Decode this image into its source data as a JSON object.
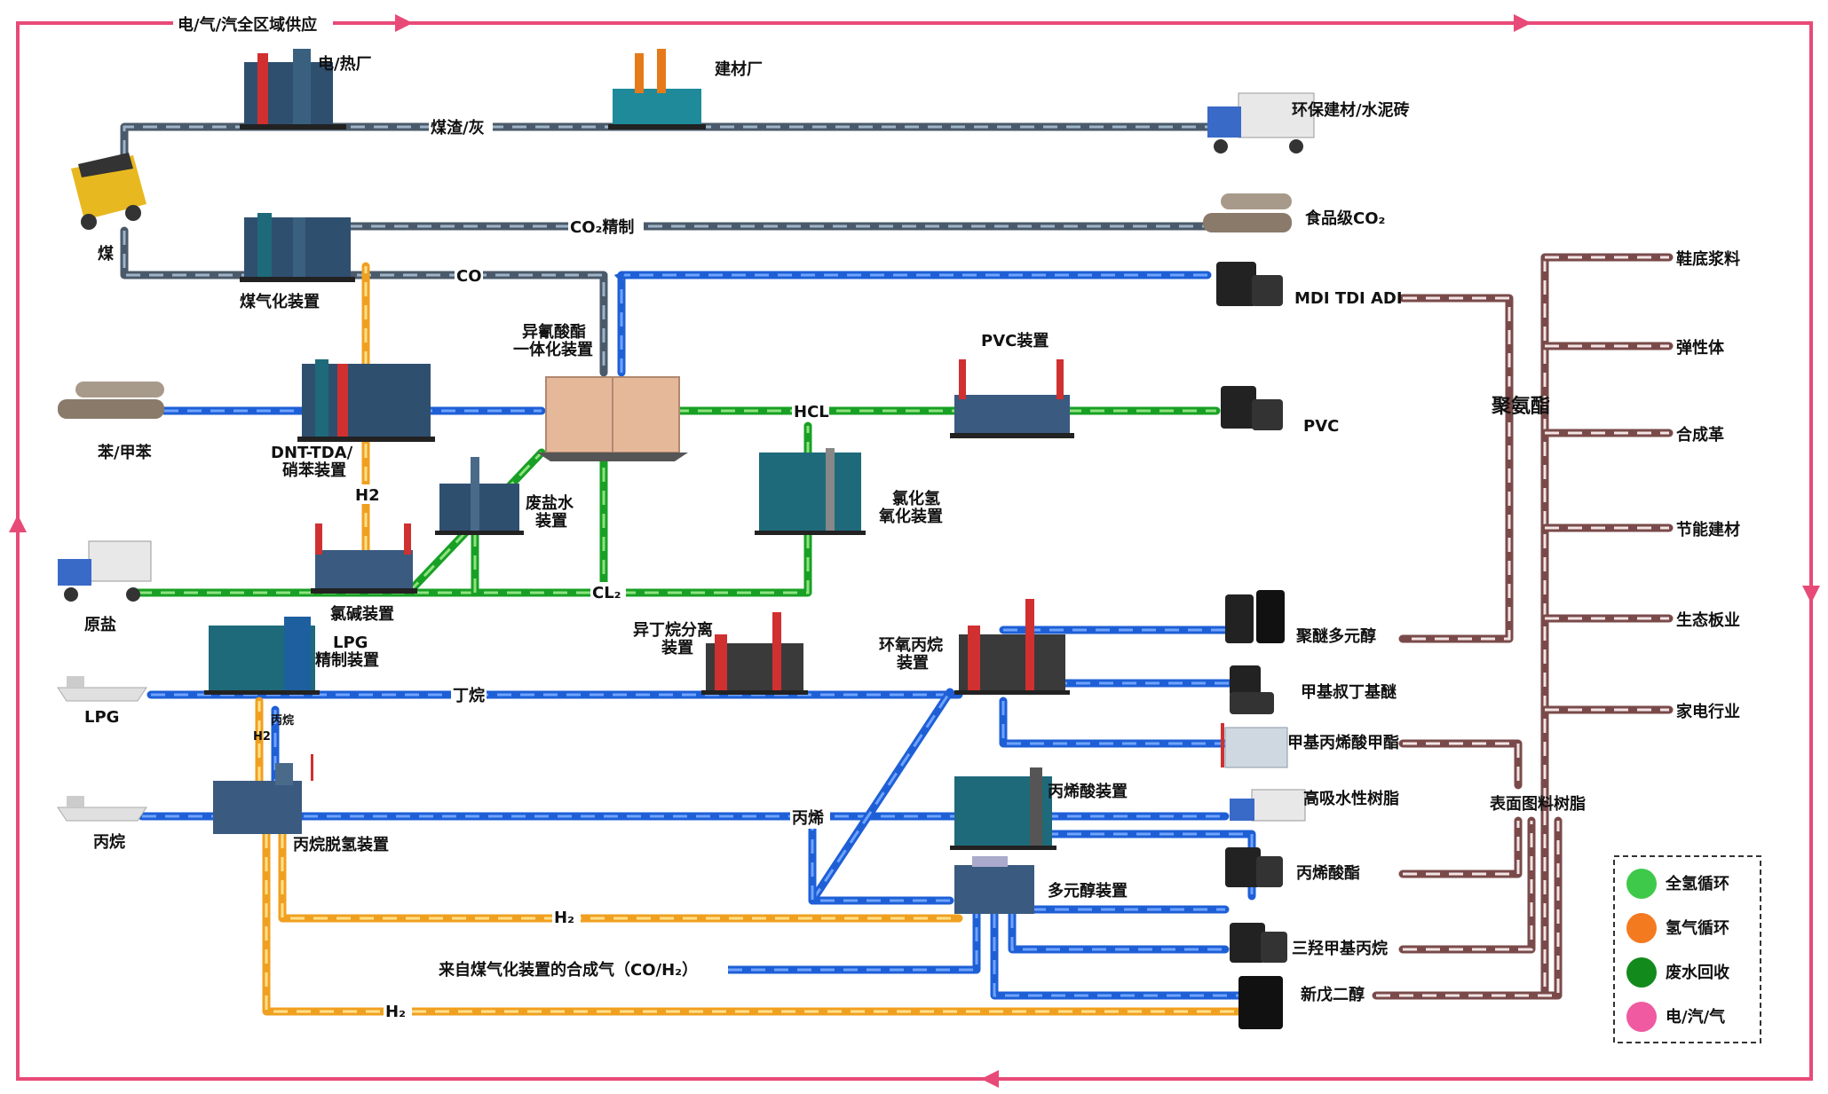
{
  "colors": {
    "blue": "#1e5fd6",
    "blue_dash": "#6fa3ff",
    "gray": "#4a5a6a",
    "gray_dash": "#9fb4c8",
    "green": "#18a025",
    "green_dash": "#8ee27f",
    "orange": "#f0a020",
    "orange_dash": "#ffe08a",
    "brown": "#7a4a4a",
    "brown_dash": "#f3e4e4",
    "pink": "#e84a78",
    "legend_green": "#3ec94a",
    "legend_orange": "#f47a20",
    "legend_darkgreen": "#138a1c",
    "legend_pink": "#ef5aa0"
  },
  "border_label": "电/气/汽全区域供应",
  "sources": {
    "coal": "煤",
    "benzene": "苯/甲苯",
    "salt": "原盐",
    "lpg": "LPG",
    "propane": "丙烷"
  },
  "plants": {
    "power": "电/热厂",
    "building": "建材厂",
    "gasifier": "煤气化装置",
    "dnt_1": "DNT-TDA/",
    "dnt_2": "硝苯装置",
    "isocyanate_1": "异氰酸酯",
    "isocyanate_2": "一体化装置",
    "pvc_plant": "PVC装置",
    "brine_1": "废盐水",
    "brine_2": "装置",
    "hcl_ox_1": "氯化氢",
    "hcl_ox_2": "氧化装置",
    "chlor_alkali": "氯碱装置",
    "lpg_refine_1": "LPG",
    "lpg_refine_2": "精制装置",
    "isobutane_1": "异丁烷分离",
    "isobutane_2": "装置",
    "epoxy_1": "环氧丙烷",
    "epoxy_2": "装置",
    "acrylic": "丙烯酸装置",
    "polyol": "多元醇装置",
    "pdh": "丙烷脱氢装置"
  },
  "flows": {
    "slag": "煤渣/灰",
    "co2": "CO₂精制",
    "co": "CO",
    "hcl": "HCL",
    "h2_up": "H2",
    "cl2": "CL₂",
    "butane": "丁烷",
    "propane_small": "丙烷",
    "h2_small": "H2",
    "propylene": "丙烯",
    "h2_a": "H₂",
    "syngas": "来自煤气化装置的合成气（CO/H₂）",
    "h2_b": "H₂"
  },
  "products": {
    "eco_building": "环保建材/水泥砖",
    "food_co2": "食品级CO₂",
    "mdi": "MDI TDI ADI",
    "pvc": "PVC",
    "polyether": "聚醚多元醇",
    "mtbe": "甲基叔丁基醚",
    "mma": "甲基丙烯酸甲酯",
    "sap": "高吸水性树脂",
    "acrylate": "丙烯酸酯",
    "tmp": "三羟甲基丙烷",
    "npg": "新戊二醇"
  },
  "outputs": {
    "polyurethane": "聚氨酯",
    "coating": "表面图料树脂",
    "shoe": "鞋底浆料",
    "elastomer": "弹性体",
    "leather": "合成革",
    "energy_building": "节能建材",
    "eco_board": "生态板业",
    "appliance": "家电行业"
  },
  "legend": [
    {
      "label": "全氢循环",
      "color": "#3ec94a"
    },
    {
      "label": "氢气循环",
      "color": "#f47a20"
    },
    {
      "label": "废水回收",
      "color": "#138a1c"
    },
    {
      "label": "电/汽/气",
      "color": "#ef5aa0"
    }
  ]
}
